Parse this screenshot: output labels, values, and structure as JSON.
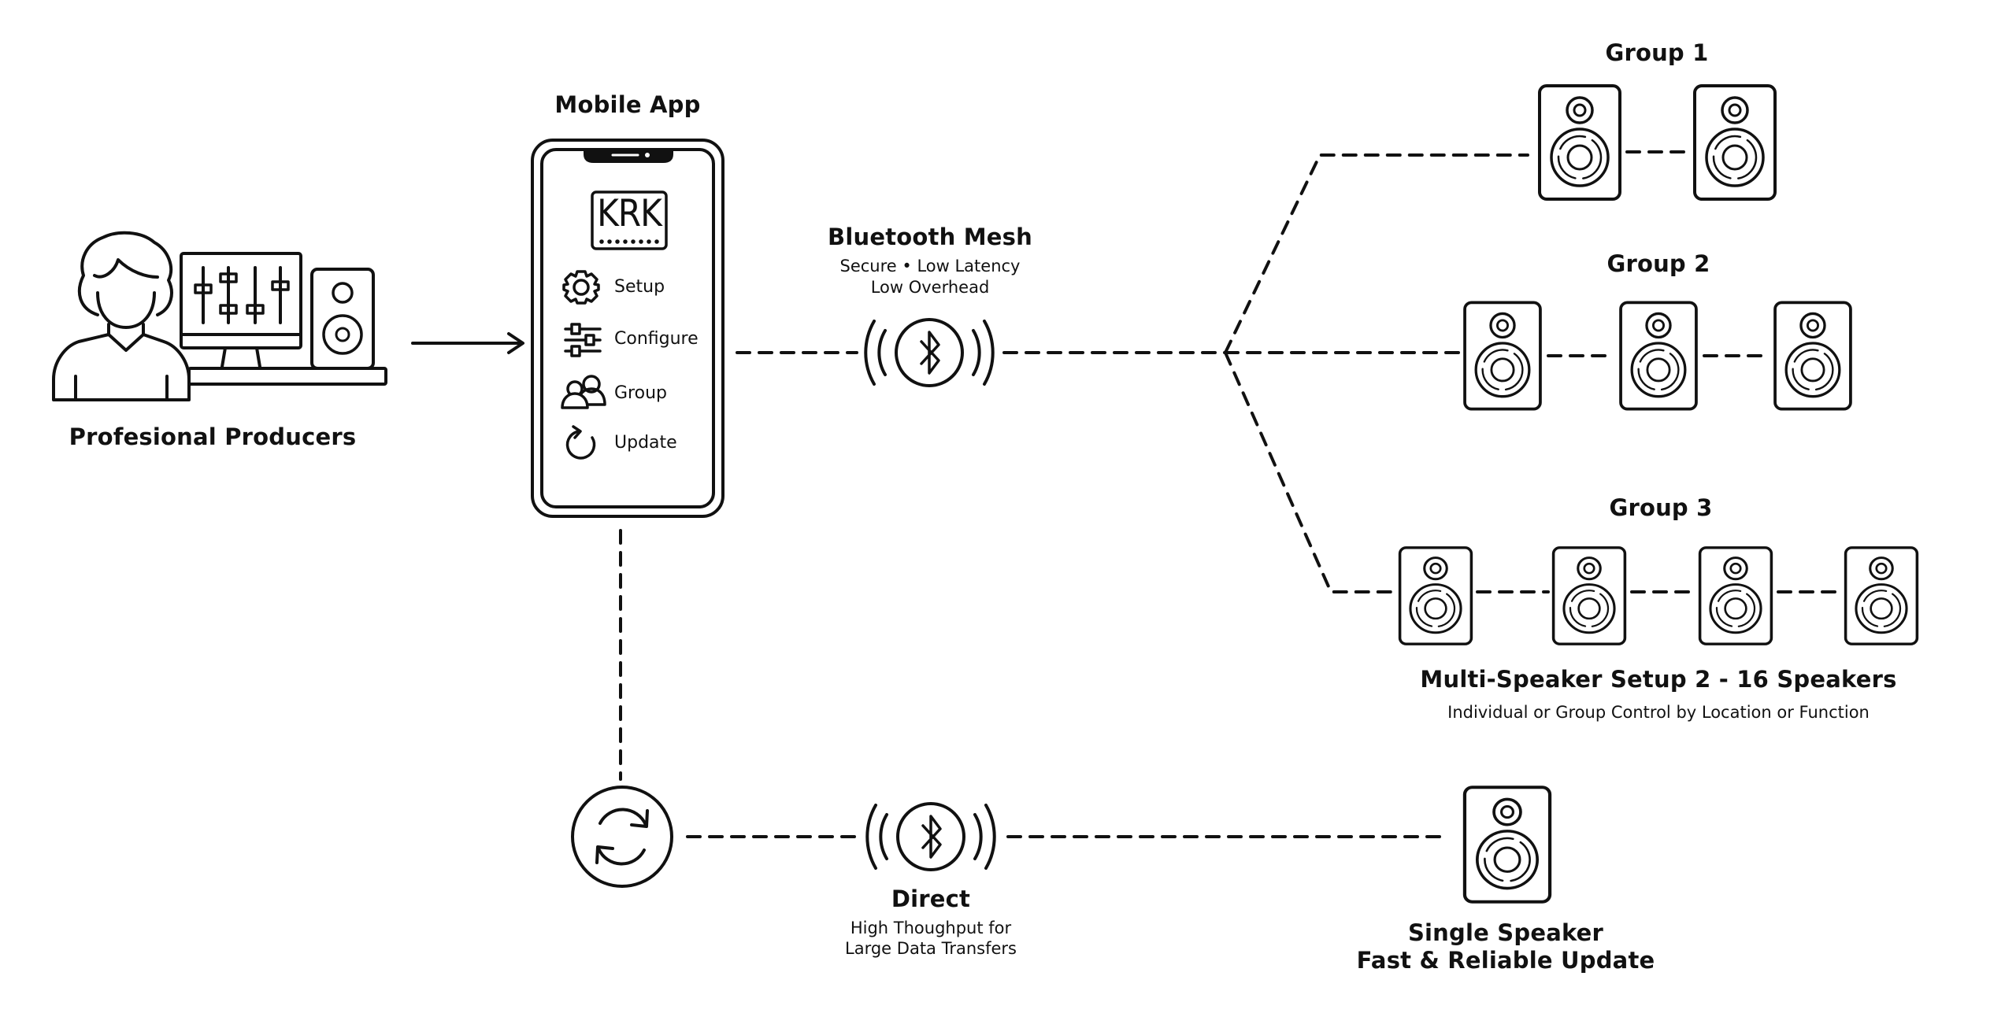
{
  "producer": {
    "label": "Profesional Producers"
  },
  "mobile_app": {
    "title": "Mobile App",
    "logo_text": "KRK",
    "menu": [
      {
        "label": "Setup",
        "icon": "gear-icon"
      },
      {
        "label": "Configure",
        "icon": "sliders-icon"
      },
      {
        "label": "Group",
        "icon": "users-icon"
      },
      {
        "label": "Update",
        "icon": "refresh-icon"
      }
    ]
  },
  "bluetooth_mesh": {
    "title": "Bluetooth Mesh",
    "line1": "Secure • Low Latency",
    "line2": "Low Overhead"
  },
  "groups": {
    "g1": "Group 1",
    "g2": "Group 2",
    "g3": "Group 3"
  },
  "multi_speaker": {
    "title": "Multi-Speaker Setup 2 - 16 Speakers",
    "subtitle": "Individual or Group Control by Location or Function"
  },
  "direct": {
    "title": "Direct",
    "line1": "High Thoughput for",
    "line2": "Large Data Transfers"
  },
  "single_speaker": {
    "line1": "Single Speaker",
    "line2": "Fast & Reliable Update"
  }
}
